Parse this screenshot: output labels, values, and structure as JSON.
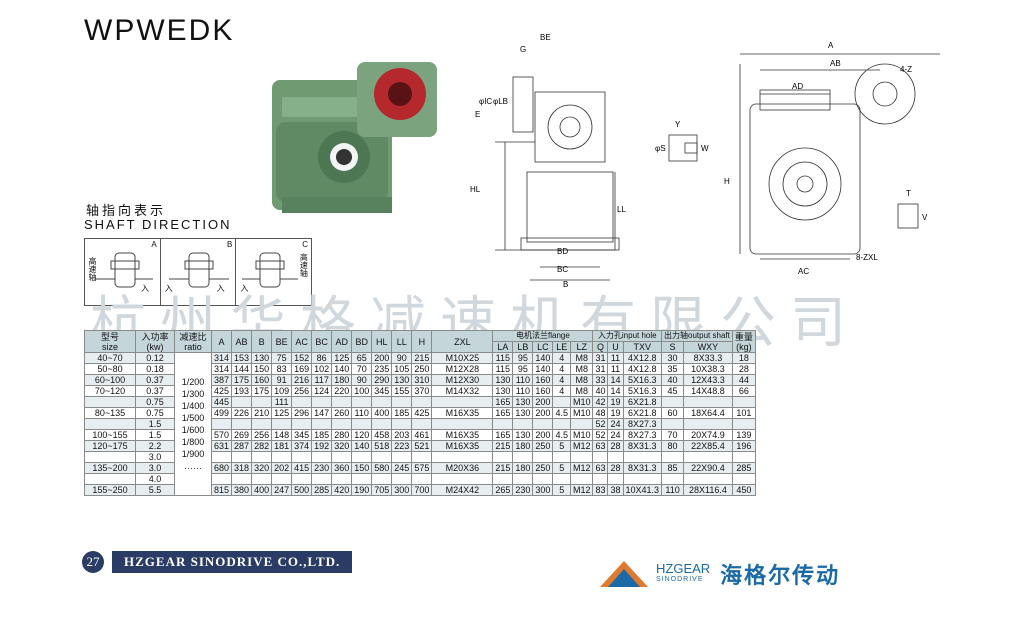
{
  "title": "WPWEDK",
  "shaft_direction": {
    "label_cn": "轴指向表示",
    "label_en": "SHAFT DIRECTION",
    "panels": [
      {
        "letter": "A",
        "left_text": "高速轴",
        "right_text": "入"
      },
      {
        "letter": "B",
        "left_text": "入",
        "right_text": "入"
      },
      {
        "letter": "C",
        "left_text": "入",
        "right_text": "高速轴"
      }
    ]
  },
  "drawing_labels": {
    "side": [
      "BE",
      "G",
      "E",
      "φIC",
      "φLB",
      "HL",
      "LL",
      "BD",
      "BC",
      "B"
    ],
    "key": [
      "Y",
      "W",
      "φS"
    ],
    "front": [
      "A",
      "AB",
      "AD",
      "4-Z",
      "H",
      "AC",
      "8-ZXL",
      "T",
      "V"
    ]
  },
  "watermark": "杭州华格减速机有限公司",
  "table": {
    "head1": {
      "size": "型号",
      "size_en": "size",
      "power": "入功率",
      "power_en": "(kw)",
      "ratio": "减速比",
      "ratio_en": "ratio",
      "cols": [
        "A",
        "AB",
        "B",
        "BE",
        "AC",
        "BC",
        "AD",
        "BD",
        "HL",
        "LL",
        "H",
        "ZXL"
      ],
      "flange": "电机法兰flange",
      "input": "入力孔input hole",
      "output": "出力轴output shaft",
      "weight": "重量",
      "weight_en": "(kg)"
    },
    "head2": [
      "LA",
      "LB",
      "LC",
      "LE",
      "LZ",
      "Q",
      "U",
      "TXV",
      "S",
      "WXY"
    ],
    "ratio_values": [
      "1/200",
      "1/300",
      "1/400",
      "1/500",
      "1/600",
      "1/800",
      "1/900",
      "……"
    ],
    "rows": [
      [
        "40~70",
        "0.12",
        "314",
        "153",
        "130",
        "75",
        "152",
        "86",
        "125",
        "65",
        "200",
        "90",
        "215",
        "M10X25",
        "115",
        "95",
        "140",
        "4",
        "M8",
        "31",
        "11",
        "4X12.8",
        "30",
        "8X33.3",
        "18"
      ],
      [
        "50~80",
        "0.18",
        "314",
        "144",
        "150",
        "83",
        "169",
        "102",
        "140",
        "70",
        "235",
        "105",
        "250",
        "M12X28",
        "115",
        "95",
        "140",
        "4",
        "M8",
        "31",
        "11",
        "4X12.8",
        "35",
        "10X38.3",
        "28"
      ],
      [
        "60~100",
        "0.37",
        "387",
        "175",
        "160",
        "91",
        "216",
        "117",
        "180",
        "90",
        "290",
        "130",
        "310",
        "M12X30",
        "130",
        "110",
        "160",
        "4",
        "M8",
        "33",
        "14",
        "5X16.3",
        "40",
        "12X43.3",
        "44"
      ],
      [
        "70~120",
        "0.37",
        "425",
        "193",
        "175",
        "109",
        "256",
        "124",
        "220",
        "100",
        "345",
        "155",
        "370",
        "M14X32",
        "130",
        "110",
        "160",
        "4",
        "M8",
        "40",
        "14",
        "5X16.3",
        "45",
        "14X48.8",
        "66"
      ],
      [
        "",
        "0.75",
        "445",
        "",
        "",
        "111",
        "",
        "",
        "",
        "",
        "",
        "",
        "",
        "",
        "165",
        "130",
        "200",
        "",
        "M10",
        "42",
        "19",
        "6X21.8",
        "",
        "",
        ""
      ],
      [
        "80~135",
        "0.75",
        "499",
        "226",
        "210",
        "125",
        "296",
        "147",
        "260",
        "110",
        "400",
        "185",
        "425",
        "M16X35",
        "165",
        "130",
        "200",
        "4.5",
        "M10",
        "48",
        "19",
        "6X21.8",
        "60",
        "18X64.4",
        "101"
      ],
      [
        "",
        "1.5",
        "",
        "",
        "",
        "",
        "",
        "",
        "",
        "",
        "",
        "",
        "",
        "",
        "",
        "",
        "",
        "",
        "",
        "52",
        "24",
        "8X27.3",
        "",
        "",
        ""
      ],
      [
        "100~155",
        "1.5",
        "570",
        "269",
        "256",
        "148",
        "345",
        "185",
        "280",
        "120",
        "458",
        "203",
        "461",
        "M16X35",
        "165",
        "130",
        "200",
        "4.5",
        "M10",
        "52",
        "24",
        "8X27.3",
        "70",
        "20X74.9",
        "139"
      ],
      [
        "120~175",
        "2.2",
        "631",
        "287",
        "282",
        "181",
        "374",
        "192",
        "320",
        "140",
        "518",
        "223",
        "521",
        "M16X35",
        "215",
        "180",
        "250",
        "5",
        "M12",
        "63",
        "28",
        "8X31.3",
        "80",
        "22X85.4",
        "196"
      ],
      [
        "",
        "3.0",
        "",
        "",
        "",
        "",
        "",
        "",
        "",
        "",
        "",
        "",
        "",
        "",
        "",
        "",
        "",
        "",
        "",
        "",
        "",
        "",
        "",
        "",
        ""
      ],
      [
        "135~200",
        "3.0",
        "680",
        "318",
        "320",
        "202",
        "415",
        "230",
        "360",
        "150",
        "580",
        "245",
        "575",
        "M20X36",
        "215",
        "180",
        "250",
        "5",
        "M12",
        "63",
        "28",
        "8X31.3",
        "85",
        "22X90.4",
        "285"
      ],
      [
        "",
        "4.0",
        "",
        "",
        "",
        "",
        "",
        "",
        "",
        "",
        "",
        "",
        "",
        "",
        "",
        "",
        "",
        "",
        "",
        "",
        "",
        "",
        "",
        "",
        ""
      ],
      [
        "155~250",
        "5.5",
        "815",
        "380",
        "400",
        "247",
        "500",
        "285",
        "420",
        "190",
        "705",
        "300",
        "700",
        "M24X42",
        "265",
        "230",
        "300",
        "5",
        "M12",
        "83",
        "38",
        "10X41.3",
        "110",
        "28X116.4",
        "450"
      ]
    ]
  },
  "footer": {
    "page": "27",
    "company": "HZGEAR SINODRIVE CO.,LTD.",
    "logo_en": "HZGEAR",
    "logo_en_sub": "SINODRIVE",
    "logo_cn": "海格尔传动"
  },
  "colors": {
    "gear_green": "#6f9a72",
    "table_header": "#c5d6db",
    "brand_navy": "#2a3b66",
    "brand_blue": "#1b6aa8"
  }
}
